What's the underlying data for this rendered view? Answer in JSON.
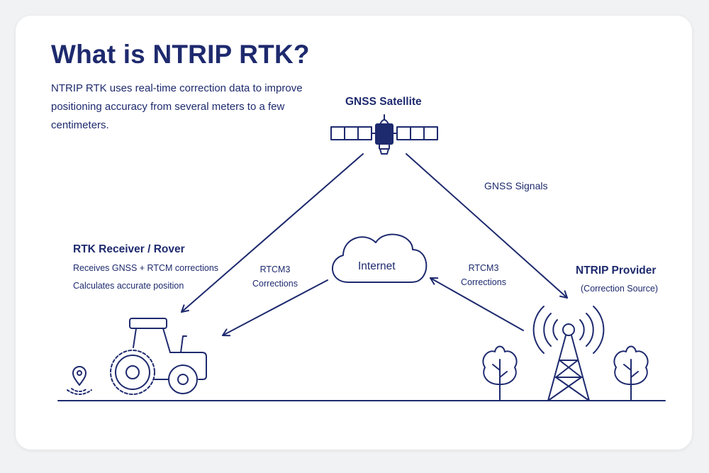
{
  "title": "What is NTRIP RTK?",
  "intro": "NTRIP RTK uses real-time correction data to improve positioning accuracy from several meters to a few centimeters.",
  "satellite": {
    "label": "GNSS Satellite"
  },
  "signals_label": "GNSS Signals",
  "internet_label": "Internet",
  "rover": {
    "title": "RTK Receiver / Rover",
    "line1": "Receives GNSS + RTCM corrections",
    "line2": "Calculates accurate position"
  },
  "provider": {
    "title": "NTRIP Provider",
    "subtitle": "(Correction Source)"
  },
  "rtcm_left": {
    "line1": "RTCM3",
    "line2": "Corrections"
  },
  "rtcm_right": {
    "line1": "RTCM3",
    "line2": "Corrections"
  },
  "colors": {
    "ink": "#1e2a6e",
    "card": "#ffffff",
    "background": "#f1f2f4"
  }
}
